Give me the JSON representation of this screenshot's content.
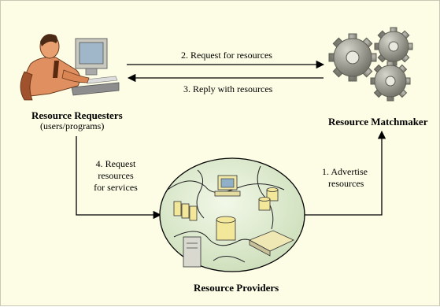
{
  "nodes": {
    "requesters": {
      "title": "Resource Requesters",
      "subtitle": "(users/programs)"
    },
    "matchmaker": {
      "title": "Resource Matchmaker"
    },
    "providers": {
      "title": "Resource Providers"
    }
  },
  "edges": {
    "request": "2. Request for  resources",
    "reply": "3. Reply with  resources",
    "request_services": {
      "line1": "4. Request",
      "line2": "resources",
      "line3": "for services"
    },
    "advertise": {
      "line1": "1. Advertise",
      "line2": "resources"
    }
  },
  "colors": {
    "background": "#fdfde5",
    "globe": "#e6efd6",
    "gear": "#9a9a90",
    "skin": "#e89a6a",
    "line": "#000000"
  }
}
